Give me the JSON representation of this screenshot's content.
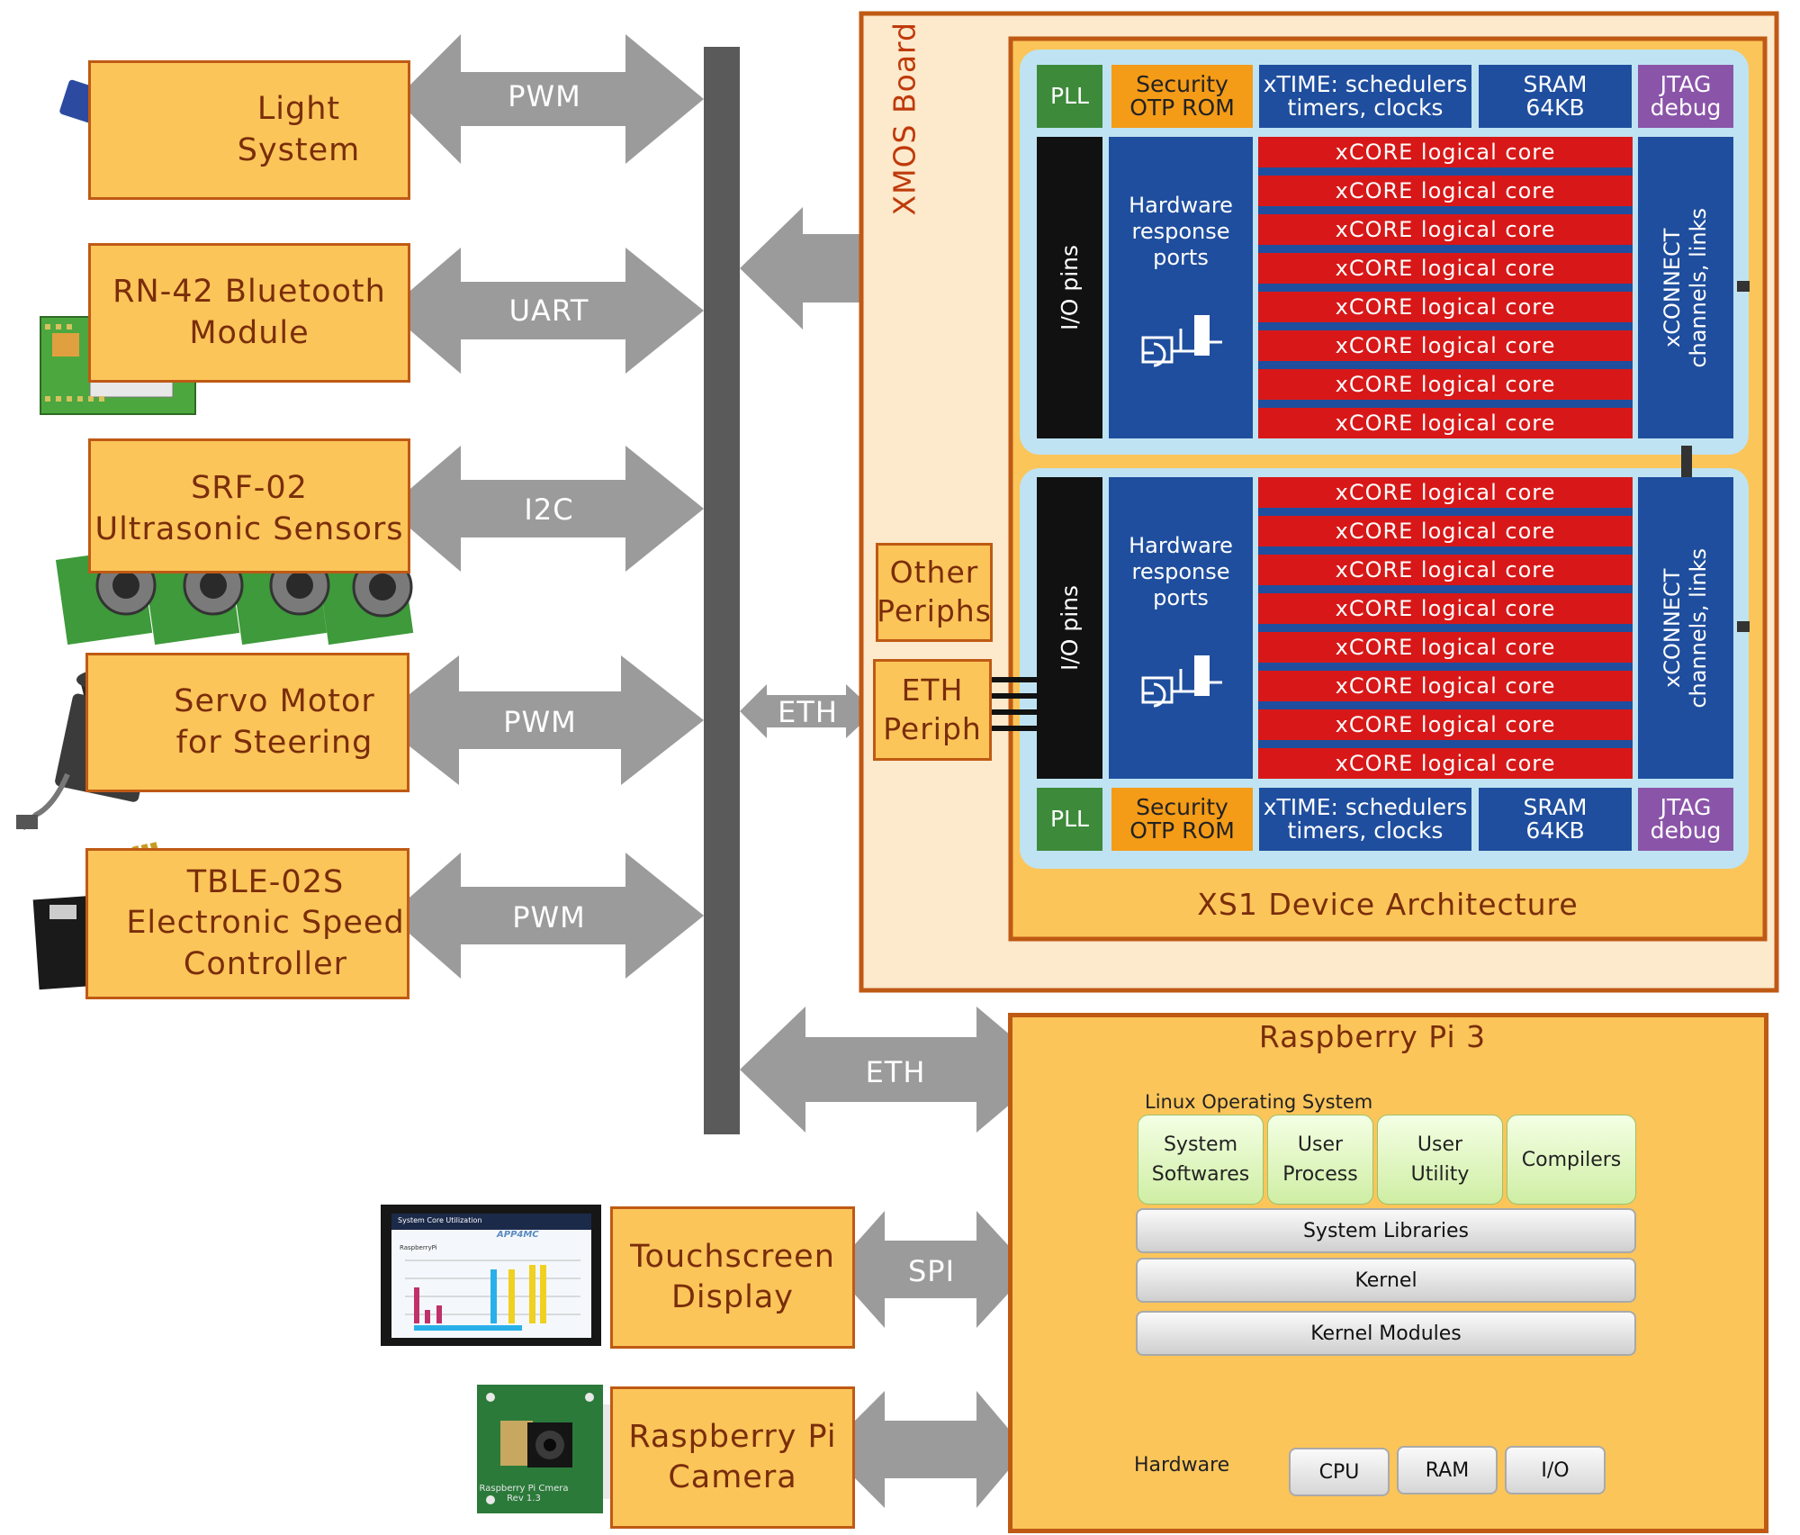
{
  "devices": {
    "light": [
      "Light",
      "System"
    ],
    "bluetooth": [
      "RN-42 Bluetooth",
      "Module"
    ],
    "srf": [
      "SRF-02",
      "Ultrasonic Sensors"
    ],
    "servo": [
      "Servo Motor",
      "for Steering"
    ],
    "esc": [
      "TBLE-02S",
      "Electronic Speed",
      "Controller"
    ],
    "touch": [
      "Touchscreen",
      "Display"
    ],
    "camera": [
      "Raspberry Pi",
      "Camera"
    ]
  },
  "links": {
    "light": "PWM",
    "bluetooth": "UART",
    "srf": "I2C",
    "servo": "PWM",
    "esc": "PWM",
    "eth_xmos": "ETH",
    "eth_pi": "ETH",
    "spi": "SPI"
  },
  "xmos": {
    "board_label": "XMOS Board",
    "other_periphs": [
      "Other",
      "Periphs"
    ],
    "eth_periph": [
      "ETH",
      "Periph"
    ],
    "arch_label": "XS1 Device Architecture",
    "tile": {
      "pll": "PLL",
      "security": [
        "Security",
        "OTP ROM"
      ],
      "xtime": [
        "xTIME: schedulers",
        "timers, clocks"
      ],
      "sram": [
        "SRAM",
        "64KB"
      ],
      "jtag": [
        "JTAG",
        "debug"
      ],
      "io_pins": "I/O pins",
      "hw_ports": [
        "Hardware",
        "response",
        "ports"
      ],
      "core_label": "xCORE logical core",
      "xconnect": [
        "xCONNECT",
        "channels, links"
      ]
    },
    "colors": {
      "blue": "#1f4e9e",
      "red": "#d81818",
      "green": "#3d8a3a",
      "orange": "#f49b17",
      "purple": "#8a54a8",
      "board_fill": "#fde9cc",
      "border": "#bf5a14"
    }
  },
  "pi": {
    "title": "Raspberry Pi 3",
    "os_label": "Linux Operating System",
    "apps": [
      [
        "System",
        "Softwares"
      ],
      [
        "User",
        "Process"
      ],
      [
        "User",
        "Utility"
      ],
      [
        "Compilers"
      ]
    ],
    "layers": [
      "System Libraries",
      "Kernel",
      "Kernel Modules"
    ],
    "hardware_label": "Hardware",
    "hardware": [
      "CPU",
      "RAM",
      "I/O"
    ]
  },
  "screen_thumb": {
    "title": "System Core Utilization",
    "brand": "APP4MC",
    "device": "RaspberryPi"
  },
  "camera_thumb": {
    "label": [
      "Raspberry Pi Cmera",
      "Rev 1.3"
    ]
  }
}
